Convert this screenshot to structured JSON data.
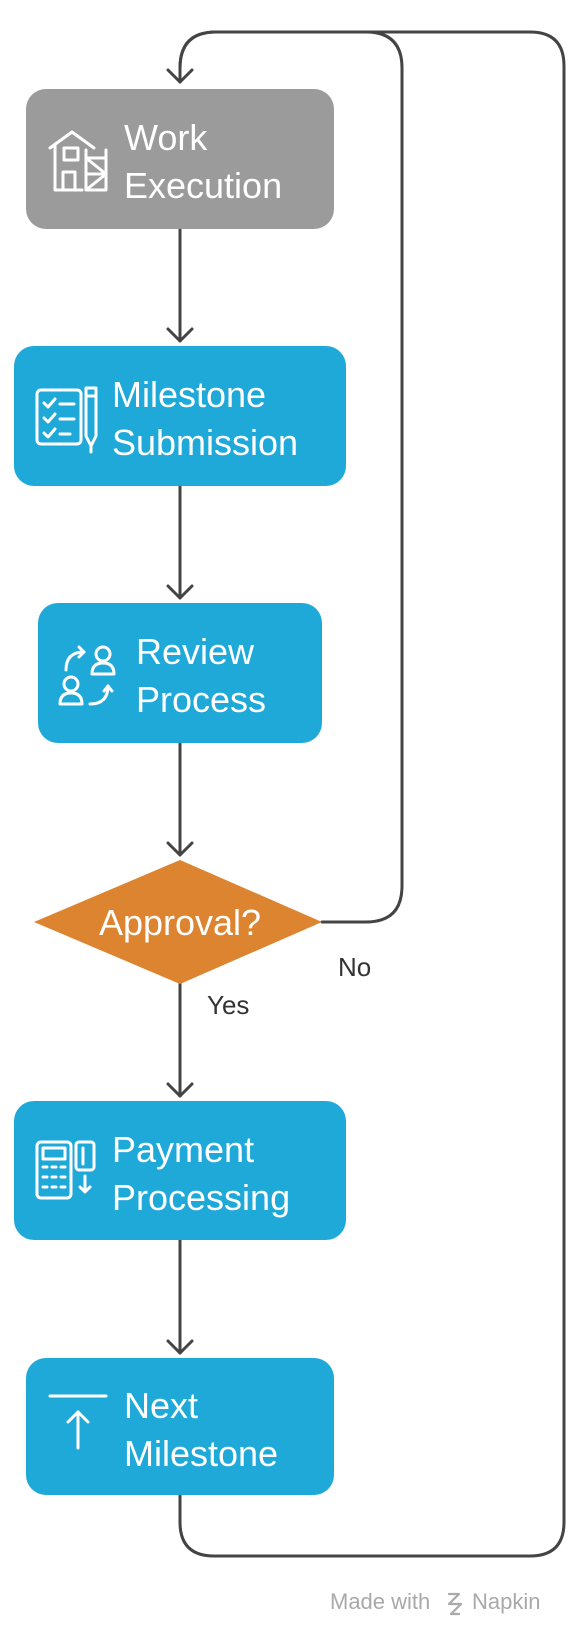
{
  "colors": {
    "done_step": "#9b9b9b",
    "step": "#1fa9d9",
    "decision": "#dd8430",
    "edge": "#444444",
    "node_text": "#ffffff",
    "edge_label": "#333333",
    "footer": "#a9a9a9"
  },
  "nodes": [
    {
      "id": "work",
      "line1": "Work",
      "line2": "Execution",
      "icon": "house-scaffold-icon"
    },
    {
      "id": "submit",
      "line1": "Milestone",
      "line2": "Submission",
      "icon": "checklist-pen-icon"
    },
    {
      "id": "review",
      "line1": "Review",
      "line2": "Process",
      "icon": "people-exchange-icon"
    },
    {
      "id": "approval",
      "text": "Approval?",
      "shape": "diamond"
    },
    {
      "id": "payment",
      "line1": "Payment",
      "line2": "Processing",
      "icon": "calculator-card-icon"
    },
    {
      "id": "next",
      "line1": "Next",
      "line2": "Milestone",
      "icon": "arrow-up-bar-icon"
    }
  ],
  "edges": [
    {
      "from": "work",
      "to": "submit"
    },
    {
      "from": "submit",
      "to": "review"
    },
    {
      "from": "review",
      "to": "approval"
    },
    {
      "from": "approval",
      "to": "payment",
      "label": "Yes"
    },
    {
      "from": "approval",
      "to": "work",
      "label": "No"
    },
    {
      "from": "payment",
      "to": "next"
    },
    {
      "from": "next",
      "to": "work"
    }
  ],
  "footer": {
    "made_with": "Made with",
    "brand": "Napkin",
    "brand_icon": "napkin-logo-icon"
  }
}
